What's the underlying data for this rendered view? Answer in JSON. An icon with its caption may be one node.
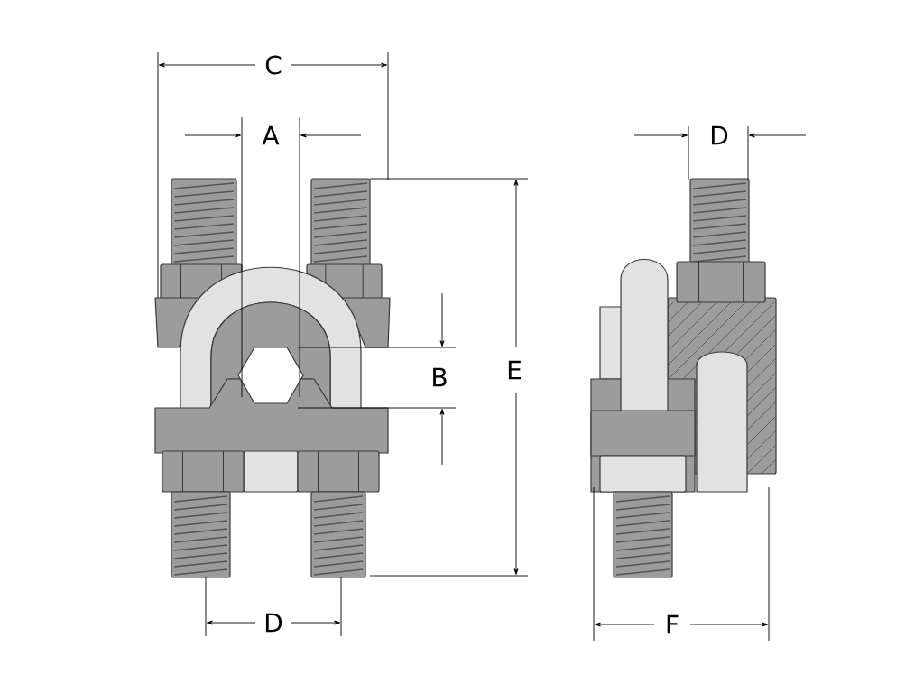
{
  "diagram": {
    "labels": [
      "C",
      "A",
      "D",
      "B",
      "E",
      "D",
      "F"
    ]
  }
}
